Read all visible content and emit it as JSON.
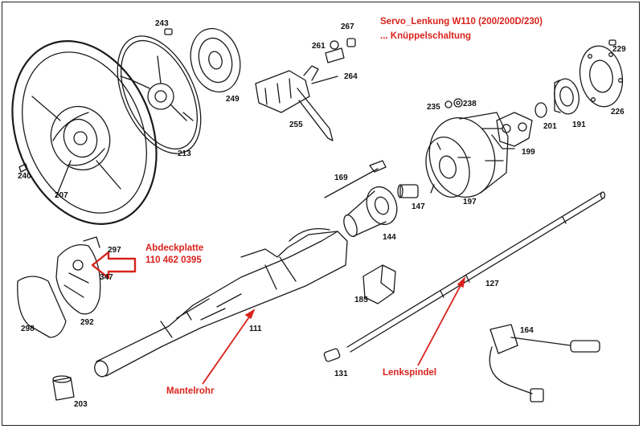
{
  "title": {
    "line1": "Servo_Lenkung W110 (200/200D/230)",
    "line2": "... Knüppelschaltung"
  },
  "annotations": {
    "cover_plate_label": "Abdeckplatte",
    "cover_plate_part_no": "110 462 0395",
    "mantelrohr": "Mantelrohr",
    "lenkspindel": "Lenkspindel"
  },
  "part_numbers": {
    "p243": "243",
    "p240": "240",
    "p207": "207",
    "p213": "213",
    "p249": "249",
    "p267": "267",
    "p261": "261",
    "p264": "264",
    "p255": "255",
    "p229": "229",
    "p226": "226",
    "p191": "191",
    "p201": "201",
    "p235": "235",
    "p238": "238",
    "p199": "199",
    "p197": "197",
    "p169": "169",
    "p147": "147",
    "p144": "144",
    "p297": "297",
    "p347": "347",
    "p292": "292",
    "p298": "298",
    "p111": "111",
    "p185": "185",
    "p127": "127",
    "p131": "131",
    "p164": "164",
    "p203": "203"
  },
  "colors": {
    "annotation": "#d8221c",
    "line_art": "#1a1a1a"
  }
}
